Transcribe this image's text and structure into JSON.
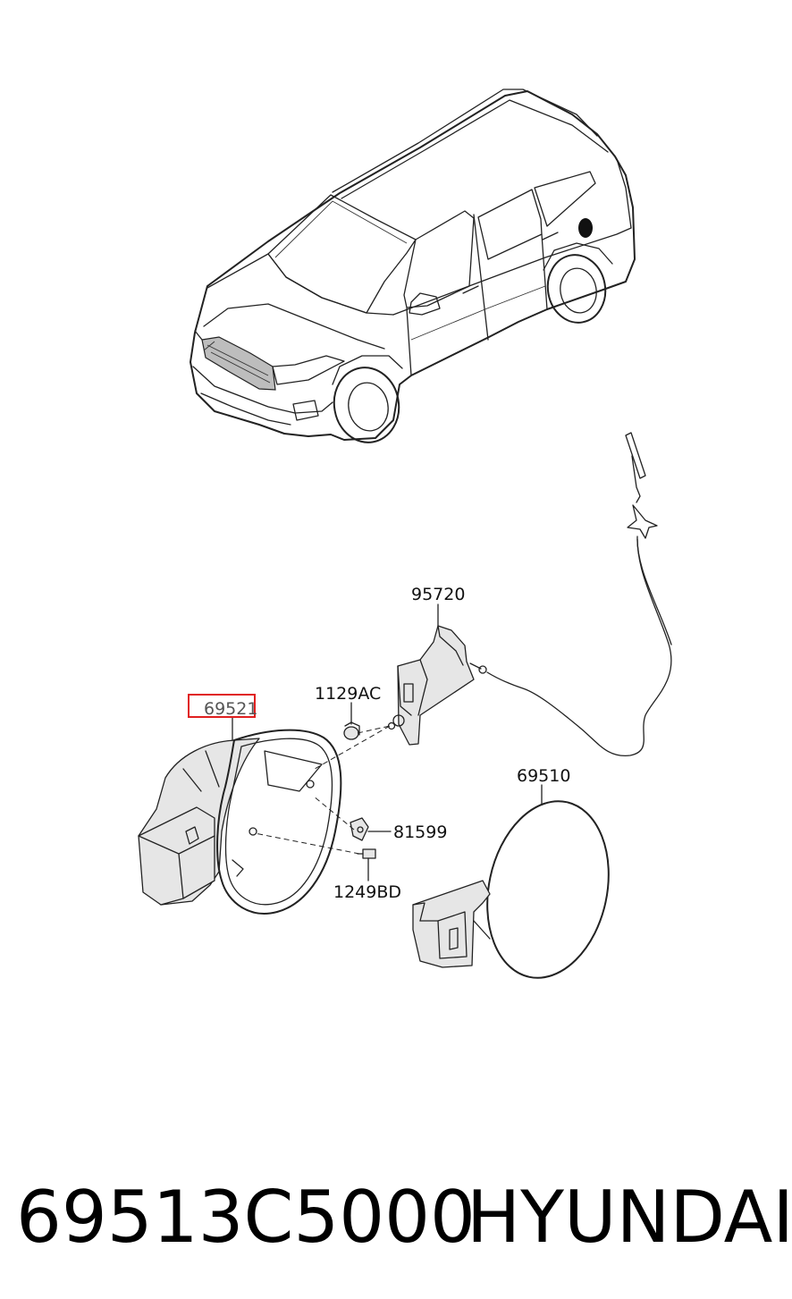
{
  "parts": {
    "p95720": "95720",
    "p1129AC": "1129AC",
    "p69521": "69521",
    "p69510": "69510",
    "p81599": "81599",
    "p1249BD": "1249BD"
  },
  "highlight_color": "#e02020",
  "footer": {
    "part_number": "69513C5000",
    "brand": "HYUNDAI"
  }
}
